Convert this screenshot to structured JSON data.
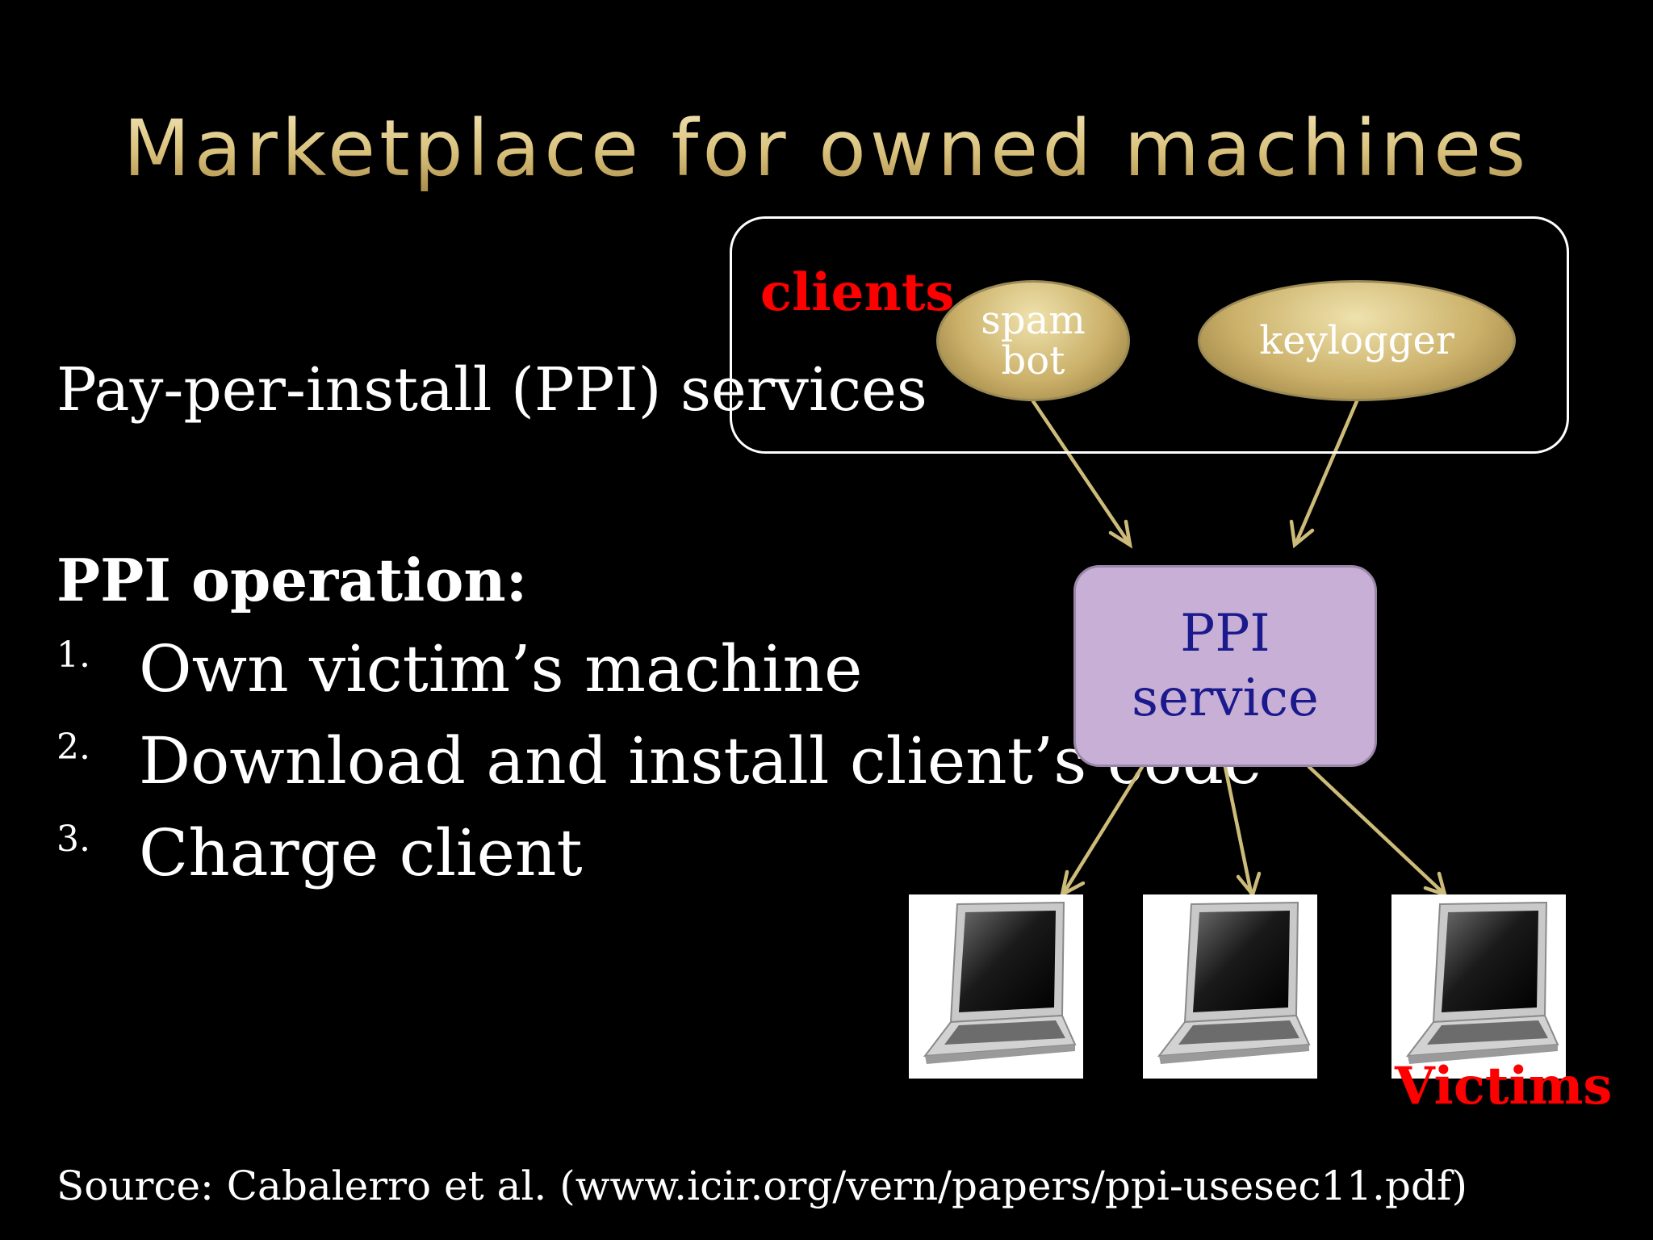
{
  "slide": {
    "title": "Marketplace for owned machines",
    "intro": "Pay-per-install (PPI) services",
    "operation_heading": "PPI operation:",
    "steps": [
      {
        "num": "1.",
        "text": "Own victim’s machine"
      },
      {
        "num": "2.",
        "text": "Download and install client’s code"
      },
      {
        "num": "3.",
        "text": "Charge client"
      }
    ],
    "source": "Source:  Cabalerro et al.   (www.icir.org/vern/papers/ppi-usesec11.pdf)"
  },
  "diagram": {
    "clients_label": "clients",
    "client_nodes": [
      {
        "line1": "spam",
        "line2": "bot"
      },
      {
        "line1": "keylogger"
      }
    ],
    "ppi_service": {
      "line1": "PPI",
      "line2": "service"
    },
    "victims_label": "Victims",
    "victim_count": 3,
    "icons": [
      "laptop-icon",
      "laptop-icon",
      "laptop-icon"
    ]
  },
  "colors": {
    "background": "#000000",
    "title_gold": "#d8c07a",
    "text": "#ffffff",
    "accent_red": "#ff0000",
    "ppi_box_fill": "#c8afd6",
    "ppi_text": "#1a1a8c",
    "arrow": "#cdbb7a"
  }
}
